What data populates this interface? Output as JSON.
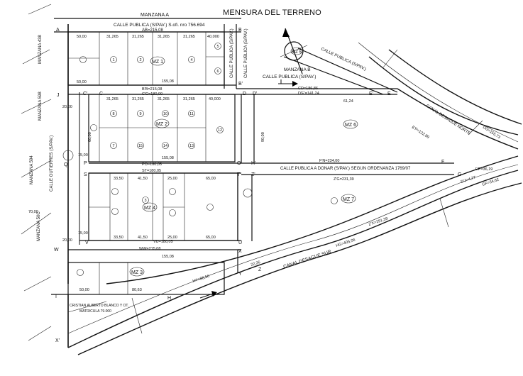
{
  "title": "MENSURA DEL TERRENO",
  "streets": {
    "north": "CALLE PUBLICA (S/PAV.) S.ofi. nro 756.694",
    "middle": "CALLE PUBLICA (S/PAV.)",
    "donate": "CALLE PUBLICA A DONAR (S/PAV.) SEGUN ORDENANZA 1769/07",
    "west": "CALLE GUTIERRES (S/PAV.)",
    "east_v1": "CALLE PUBLICA (S/PAV.)",
    "east_v2": "CALLE PUBLICA (S/PAV.)",
    "diag": "CALLE PUBLICA (S/PAV.)"
  },
  "canals": {
    "norte": "CANAL DESAGUE NORTE",
    "sur": "CANAL DESAGUE SUR"
  },
  "manzanas": {
    "a": "MANZANA A",
    "b": "MANZANA B",
    "m438": "MANZANA 438",
    "m598": "MANZANA 598",
    "m594": "MANZANA 594",
    "m50c": "MANZANA 50C"
  },
  "blocks": {
    "mz1": "MZ 1",
    "mz2": "MZ 2",
    "mz3": "MZ 3",
    "mz4": "MZ 4",
    "mz5": "MZ 5",
    "mz6": "MZ 6",
    "mz7": "MZ 7"
  },
  "measures": {
    "ab": "AB=215,08",
    "bb": "B'B=215,08",
    "cc": "C'C=180,00",
    "cd": "CD=186,86",
    "de": "D'E'=141,24",
    "fn": "F'N=234,00",
    "zg": "Z'G=231,39",
    "po": "PO=180,05",
    "st": "ST=180,05",
    "vu": "VU=180,05",
    "ww": "WW=215,08",
    "zx": "Z'X=291,39",
    "hg": "HG=405,06",
    "hy": "HY=88,56",
    "dgp": "DG=155,73",
    "ef": "E'F=122,89",
    "ep": "EP=36,19",
    "gf": "GF=34,62",
    "dj": "D'J=4,77",
    "v155": "155,08",
    "v155b": "155,08",
    "v155c": "155,08",
    "v6124": "61,24",
    "w50": "50,00",
    "w31": "31,265",
    "w40": "40,000",
    "w3350": "33,50",
    "w4150": "41,50",
    "w2500": "25,00",
    "w6500": "65,00",
    "w1500": "15,00",
    "w2000": "20,00",
    "w9000": "90,00",
    "w6000": "60,00",
    "w8063": "80,63",
    "w7000": "70,00",
    "w2622": "22,26"
  },
  "points": {
    "A": "A",
    "B": "B",
    "Bp": "B'",
    "C": "C",
    "Cp": "C'",
    "D": "D",
    "Dp": "D'",
    "E": "E",
    "Ep": "E'",
    "F": "F",
    "G": "G",
    "H": "H",
    "Hp": "H'",
    "I": "I",
    "J": "J",
    "O": "O",
    "P": "P",
    "Q": "Q",
    "S": "S",
    "T": "T",
    "U": "U",
    "V": "V",
    "W": "W",
    "X": "X",
    "Xp": "X'",
    "Y": "Y",
    "Z": "Z",
    "Zp": "Z'"
  },
  "lots": [
    "1",
    "2",
    "3",
    "4",
    "5",
    "6",
    "7",
    "8",
    "9",
    "10",
    "11",
    "12",
    "13",
    "14",
    "15"
  ],
  "notes": {
    "n1": "CRISTIAN ALBERTO BLANCO Y OT.",
    "n2": "MATRICULA 79.000"
  }
}
